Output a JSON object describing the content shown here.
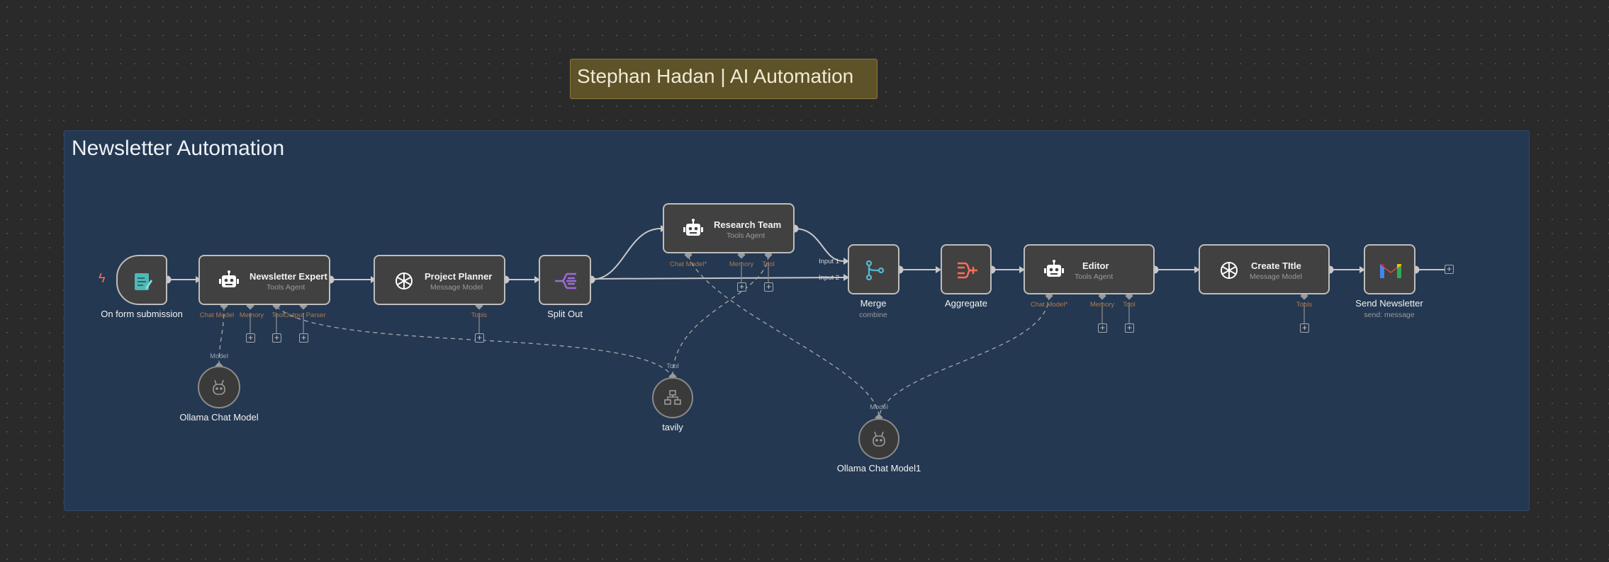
{
  "sticky": {
    "title": "Stephan Hadan | AI Automation"
  },
  "group": {
    "title": "Newsletter Automation"
  },
  "nodes": {
    "trigger": {
      "name": "On form submission",
      "icon": "form-icon"
    },
    "newsletter_expert": {
      "name": "Newsletter Expert",
      "subtitle": "Tools Agent",
      "icon": "robot-icon"
    },
    "project_planner": {
      "name": "Project Planner",
      "subtitle": "Message Model",
      "icon": "openai-icon"
    },
    "split_out": {
      "name": "Split Out",
      "icon": "split-icon"
    },
    "research_team": {
      "name": "Research Team",
      "subtitle": "Tools Agent",
      "icon": "robot-icon"
    },
    "merge": {
      "name": "Merge",
      "subtitle": "combine",
      "icon": "merge-icon"
    },
    "aggregate": {
      "name": "Aggregate",
      "icon": "aggregate-icon"
    },
    "editor": {
      "name": "Editor",
      "subtitle": "Tools Agent",
      "icon": "robot-icon"
    },
    "create_title": {
      "name": "Create TItle",
      "subtitle": "Message Model",
      "icon": "openai-icon"
    },
    "send_newsletter": {
      "name": "Send Newsletter",
      "subtitle": "send: message",
      "icon": "gmail-icon"
    },
    "ollama1": {
      "name": "Ollama Chat Model",
      "icon": "ollama-icon"
    },
    "tavily": {
      "name": "tavily",
      "icon": "tool-icon"
    },
    "ollama2": {
      "name": "Ollama Chat Model1",
      "icon": "ollama-icon"
    }
  },
  "ports": {
    "newsletter_expert": [
      "Chat Model",
      "Memory",
      "Tool",
      "Output Parser"
    ],
    "project_planner": [
      "Tools"
    ],
    "research_team": [
      "Chat Model*",
      "Memory",
      "Tool"
    ],
    "merge_inputs": [
      "Input 1",
      "Input 2"
    ],
    "editor": [
      "Chat Model*",
      "Memory",
      "Tool"
    ],
    "create_title": [
      "Tools"
    ],
    "model_input": "Model",
    "tool_input": "Tool"
  },
  "colors": {
    "canvas": "#2a2a2a",
    "group": "#243852",
    "sticky": "#5e5228",
    "trigger_bolt": "#ff6d5a",
    "port_label": "#b07a4a"
  }
}
